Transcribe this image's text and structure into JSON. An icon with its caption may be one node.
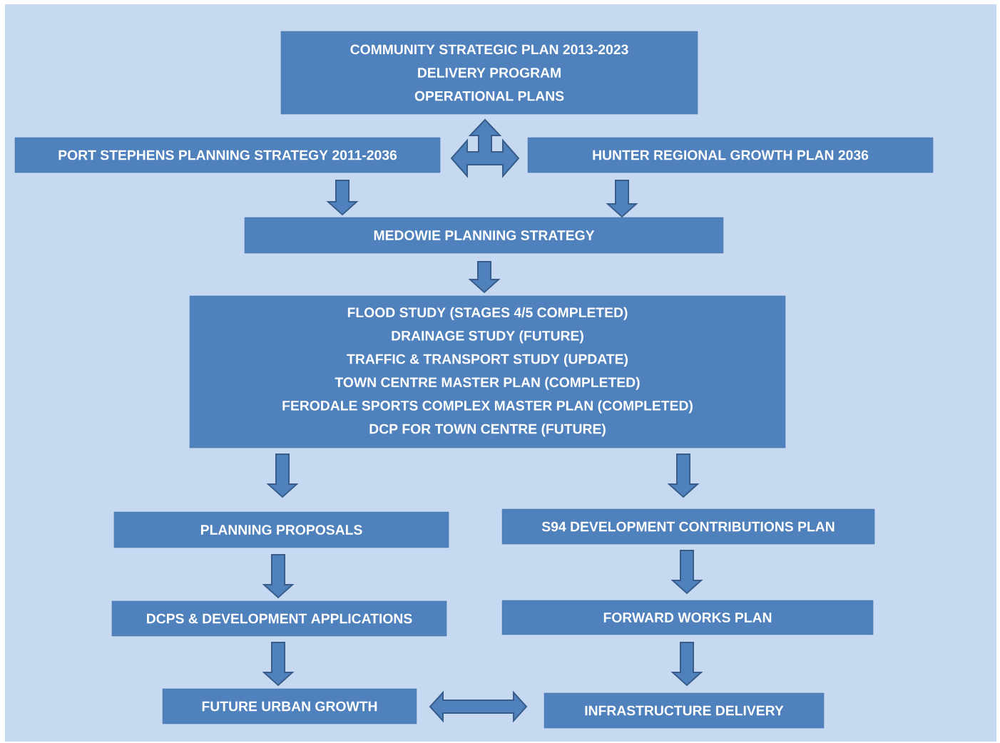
{
  "diagram": {
    "nodes": [
      {
        "text": [
          "COMMUNITY STRATEGIC PLAN 2013-2023",
          "DELIVERY PROGRAM",
          "OPERATIONAL PLANS"
        ]
      },
      {
        "text": [
          "PORT STEPHENS PLANNING STRATEGY 2011-2036"
        ]
      },
      {
        "text": [
          "HUNTER REGIONAL GROWTH PLAN 2036"
        ]
      },
      {
        "text": [
          "MEDOWIE PLANNING STRATEGY"
        ]
      },
      {
        "text": [
          "FLOOD STUDY (STAGES 4/5 COMPLETED)",
          "DRAINAGE STUDY (FUTURE)",
          "TRAFFIC & TRANSPORT STUDY (UPDATE)",
          "TOWN CENTRE MASTER PLAN (COMPLETED)",
          "FERODALE SPORTS COMPLEX MASTER PLAN (COMPLETED)",
          "DCP FOR TOWN CENTRE (FUTURE)"
        ]
      },
      {
        "text": [
          "PLANNING PROPOSALS"
        ]
      },
      {
        "text": [
          "S94 DEVELOPMENT CONTRIBUTIONS PLAN"
        ]
      },
      {
        "text": [
          "DCPS & DEVELOPMENT APPLICATIONS"
        ]
      },
      {
        "text": [
          "FORWARD WORKS PLAN"
        ]
      },
      {
        "text": [
          "FUTURE URBAN GROWTH"
        ]
      },
      {
        "text": [
          "INFRASTRUCTURE DELIVERY"
        ]
      }
    ],
    "edges": [
      {
        "from": 1,
        "to": 0,
        "arrow": "both"
      },
      {
        "from": 2,
        "to": 0,
        "arrow": "both"
      },
      {
        "from": 1,
        "to": 3,
        "arrow": "to"
      },
      {
        "from": 2,
        "to": 3,
        "arrow": "to"
      },
      {
        "from": 3,
        "to": 4,
        "arrow": "to"
      },
      {
        "from": 4,
        "to": 5,
        "arrow": "to"
      },
      {
        "from": 4,
        "to": 6,
        "arrow": "to"
      },
      {
        "from": 5,
        "to": 7,
        "arrow": "to"
      },
      {
        "from": 6,
        "to": 8,
        "arrow": "to"
      },
      {
        "from": 7,
        "to": 9,
        "arrow": "to"
      },
      {
        "from": 8,
        "to": 10,
        "arrow": "to"
      },
      {
        "from": 9,
        "to": 10,
        "arrow": "both"
      }
    ]
  }
}
